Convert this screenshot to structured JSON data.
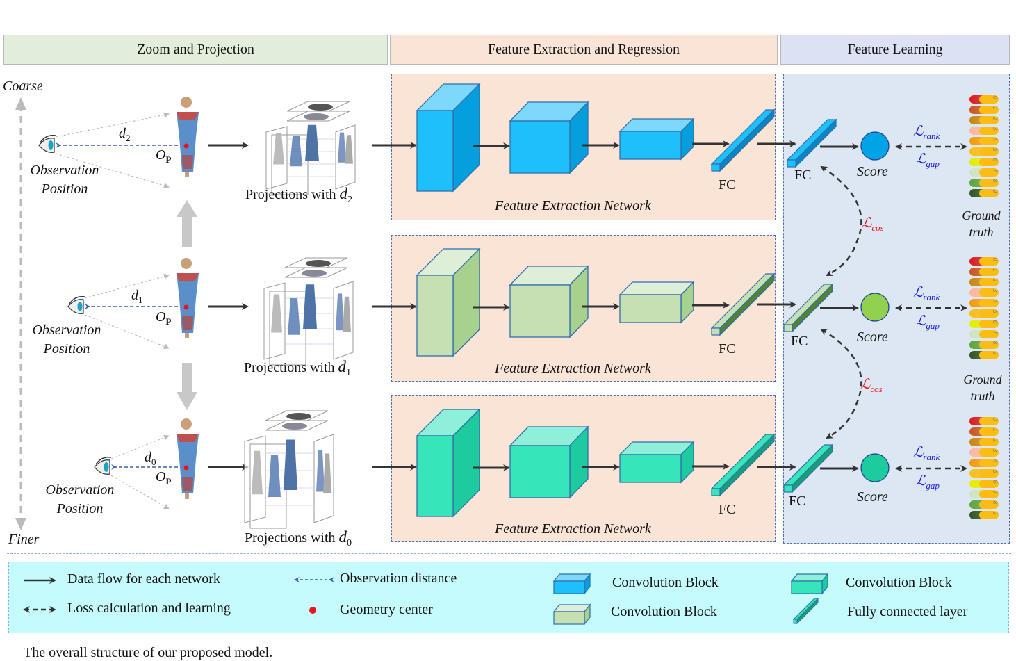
{
  "headers": {
    "zoom_projection": "Zoom and Projection",
    "feature_extraction": "Feature Extraction and Regression",
    "feature_learning": "Feature Learning"
  },
  "colors": {
    "header_zoom_bg": "#e2eedb",
    "header_feat_bg": "#f9e4d6",
    "header_learn_bg": "#dce2f3",
    "panel_feat_bg": "#f9e4d6",
    "panel_learn_bg": "#dde7f3",
    "legend_bg": "#c6fbfd",
    "data_arrow": "#333333",
    "obs_arrow": "#3b5fa8",
    "geometry_center": "#e8141c",
    "loss_cos": "#e8141c",
    "loss_rank_gap": "#1a1ae0",
    "blue_block": [
      "#7dd8fc",
      "#1ec0fb",
      "#069fdd"
    ],
    "green_block": [
      "#dfeed6",
      "#c6e0b4",
      "#a8d18e"
    ],
    "teal_block": [
      "#8ef0d8",
      "#37e5bb",
      "#1dcb9f"
    ],
    "score_blue": "#00a4e4",
    "score_green": "#92d050",
    "score_teal": "#1dcb9f"
  },
  "axis": {
    "coarse": "Coarse",
    "finer": "Finer"
  },
  "rows": [
    {
      "distance": "d",
      "distance_sub": "2",
      "geometry_label": "O",
      "geometry_sub": "P",
      "observation_line1": "Observation",
      "observation_line2": "Position",
      "projection_label": "Projections with ",
      "network_label": "Feature Extraction Network",
      "fc_label": "FC",
      "fc2_label": "FC",
      "score_label": "Score",
      "loss_rank": "ℒ",
      "loss_rank_sub": "rank",
      "loss_gap": "ℒ",
      "loss_gap_sub": "gap",
      "gt_line1": "Ground",
      "gt_line2": "truth"
    },
    {
      "distance": "d",
      "distance_sub": "1",
      "geometry_label": "O",
      "geometry_sub": "P",
      "observation_line1": "Observation",
      "observation_line2": "Position",
      "projection_label": "Projections with ",
      "network_label": "Feature Extraction Network",
      "fc_label": "FC",
      "fc2_label": "FC",
      "score_label": "Score",
      "loss_rank": "ℒ",
      "loss_rank_sub": "rank",
      "loss_gap": "ℒ",
      "loss_gap_sub": "gap",
      "gt_line1": "Ground",
      "gt_line2": "truth"
    },
    {
      "distance": "d",
      "distance_sub": "0",
      "geometry_label": "O",
      "geometry_sub": "P",
      "observation_line1": "Observation",
      "observation_line2": "Position",
      "projection_label": "Projections with ",
      "network_label": "Feature Extraction Network",
      "fc_label": "FC",
      "fc2_label": "FC",
      "score_label": "Score",
      "loss_rank": "ℒ",
      "loss_rank_sub": "rank",
      "loss_gap": "ℒ",
      "loss_gap_sub": "gap"
    }
  ],
  "loss_cos": {
    "symbol": "ℒ",
    "sub": "cos"
  },
  "ground_truth_levels": [
    {
      "n": "0",
      "color": "#d8191e"
    },
    {
      "n": "1",
      "color": "#c6561c"
    },
    {
      "n": "2",
      "color": "#c8860e"
    },
    {
      "n": "3",
      "color": "#fdb59c"
    },
    {
      "n": "4",
      "color": "#f49a06"
    },
    {
      "n": "5",
      "color": "#fbbd12"
    },
    {
      "n": "6",
      "color": "#e6ec00"
    },
    {
      "n": "7",
      "color": "#cfe4c0"
    },
    {
      "n": "8",
      "color": "#5ea33a"
    },
    {
      "n": "9",
      "color": "#2f5420"
    }
  ],
  "legend": {
    "data_flow": "Data flow for each network",
    "loss": "Loss calculation and learning",
    "obs_distance": "Observation distance",
    "geometry_center": "Geometry center",
    "conv_blue": "Convolution Block",
    "conv_green": "Convolution Block",
    "conv_teal": "Convolution Block",
    "fc_layer": "Fully connected layer"
  },
  "caption": "The overall structure of our proposed model."
}
